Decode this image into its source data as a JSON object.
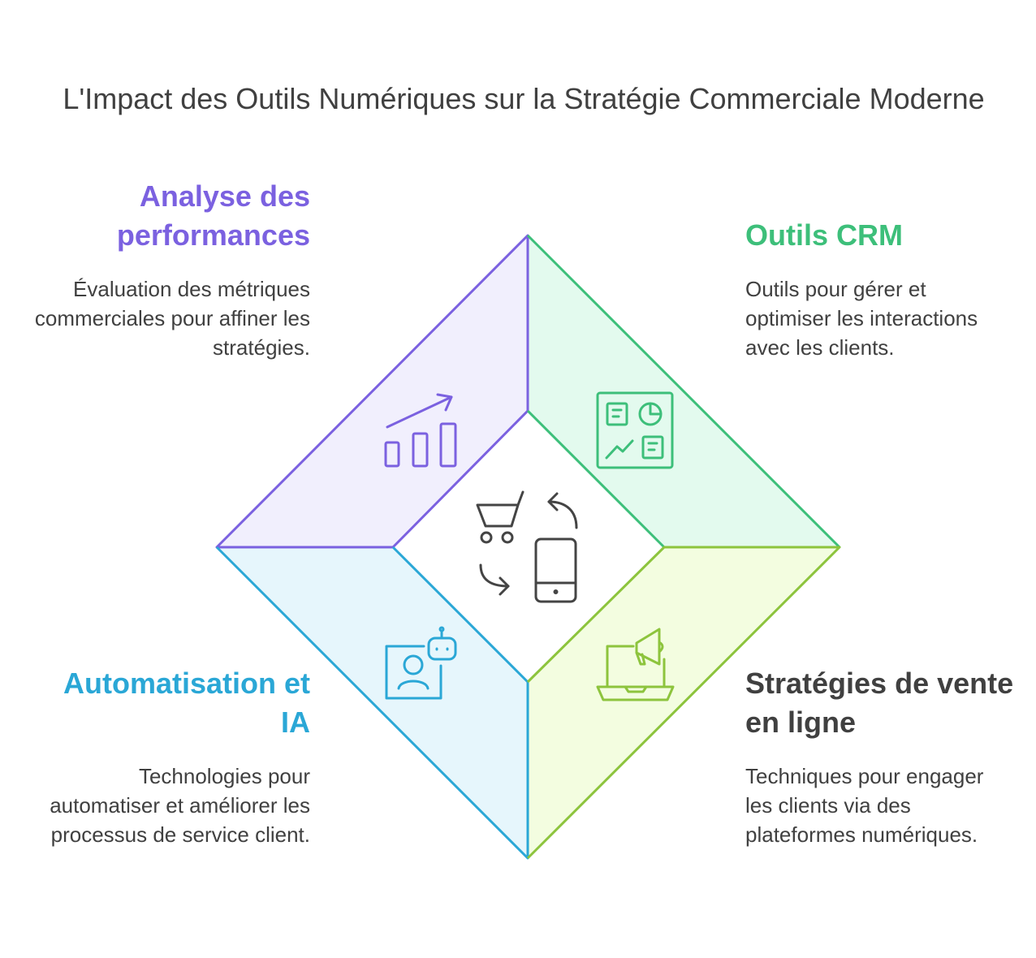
{
  "title": "L'Impact des Outils Numériques sur la Stratégie Commerciale Moderne",
  "quadrants": {
    "top_left": {
      "heading": "Analyse des performances",
      "description": "Évaluation des métriques commerciales pour affiner les stratégies.",
      "color": "#7b61e0",
      "fill": "#f1effd",
      "icon": "bar-chart-trend-icon"
    },
    "top_right": {
      "heading": "Outils CRM",
      "description": "Outils pour gérer et optimiser les interactions avec les clients.",
      "color": "#3dbf7a",
      "fill": "#e3faee",
      "icon": "dashboard-icon"
    },
    "bottom_left": {
      "heading": "Automatisation et IA",
      "description": "Technologies pour automatiser et améliorer les processus de service client.",
      "color": "#2aa7d6",
      "fill": "#e6f6fc",
      "icon": "user-robot-icon"
    },
    "bottom_right": {
      "heading": "Stratégies de vente en ligne",
      "description": "Techniques pour engager les clients via des plateformes numériques.",
      "color": "#8dc43d",
      "heading_color": "#404040",
      "fill": "#f3fde0",
      "icon": "laptop-megaphone-icon"
    }
  },
  "center": {
    "icon": "cart-mobile-cycle-icon",
    "color": "#444444"
  }
}
